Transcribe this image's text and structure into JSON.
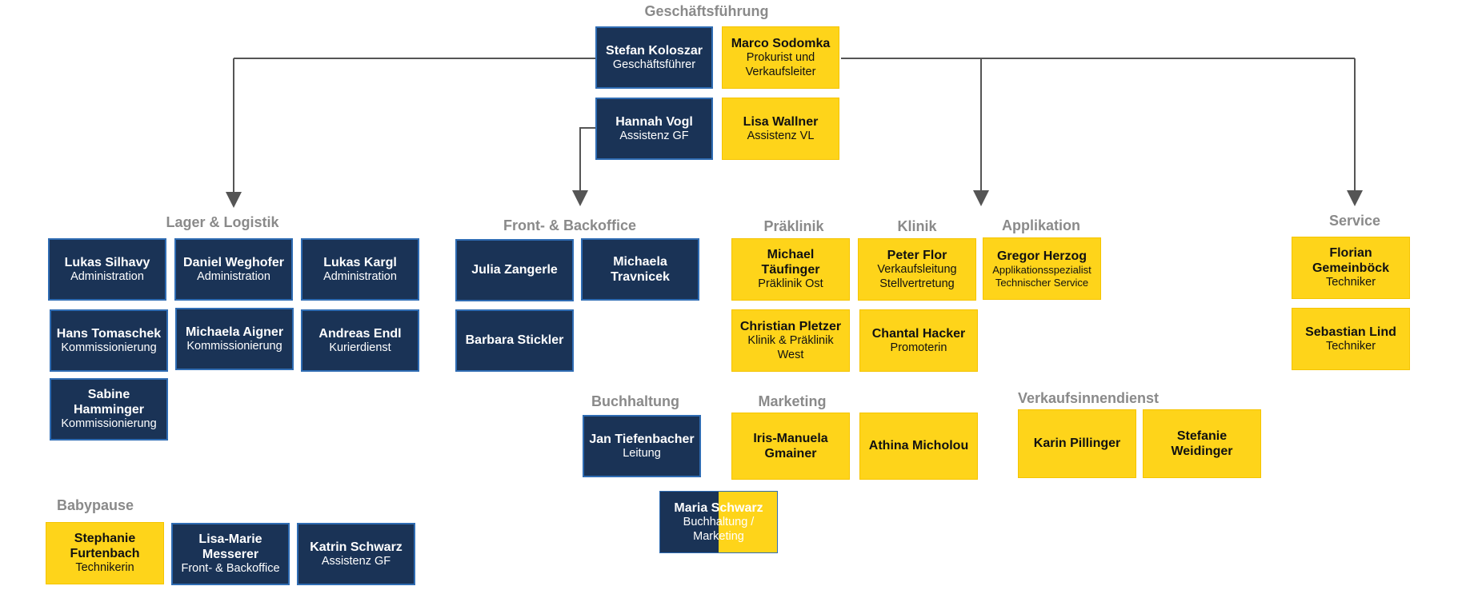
{
  "colors": {
    "navy": "#1a3356",
    "yellow": "#fed41a",
    "connector": "#555555",
    "label": "#8a8a8a"
  },
  "groups": {
    "geschaeftsfuehrung": "Geschäftsführung",
    "lager": "Lager & Logistik",
    "front": "Front- & Backoffice",
    "praeklinik": "Präklinik",
    "klinik": "Klinik",
    "applikation": "Applikation",
    "service": "Service",
    "buchhaltung": "Buchhaltung",
    "marketing": "Marketing",
    "verkaufsinnendienst": "Verkaufsinnendienst",
    "babypause": "Babypause"
  },
  "people": {
    "koloszar": {
      "name": "Stefan Koloszar",
      "role": "Geschäftsführer"
    },
    "sodomka": {
      "name": "Marco Sodomka",
      "role1": "Prokurist und",
      "role2": "Verkaufsleiter"
    },
    "vogl": {
      "name": "Hannah Vogl",
      "role": "Assistenz GF"
    },
    "wallner": {
      "name": "Lisa Wallner",
      "role": "Assistenz VL"
    },
    "silhavy": {
      "name": "Lukas Silhavy",
      "role": "Administration"
    },
    "weghofer": {
      "name": "Daniel Weghofer",
      "role": "Administration"
    },
    "kargl": {
      "name": "Lukas Kargl",
      "role": "Administration"
    },
    "tomaschek": {
      "name": "Hans Tomaschek",
      "role": "Kommissionierung"
    },
    "aigner": {
      "name": "Michaela Aigner",
      "role": "Kommissionierung"
    },
    "endl": {
      "name": "Andreas Endl",
      "role": "Kurierdienst"
    },
    "hamminger": {
      "name": "Sabine Hamminger",
      "role": "Kommissionierung"
    },
    "zangerle": {
      "name": "Julia Zangerle"
    },
    "travnicek": {
      "name1": "Michaela",
      "name2": "Travnicek"
    },
    "stickler": {
      "name": "Barbara Stickler"
    },
    "taeufinger": {
      "name1": "Michael",
      "name2": "Täufinger",
      "role": "Präklinik Ost"
    },
    "flor": {
      "name": "Peter Flor",
      "role1": "Verkaufsleitung",
      "role2": "Stellvertretung"
    },
    "herzog": {
      "name": "Gregor Herzog",
      "role1": "Applikationsspezialist",
      "role2": "Technischer Service"
    },
    "pletzer": {
      "name": "Christian Pletzer",
      "role1": "Klinik & Präklinik",
      "role2": "West"
    },
    "hacker": {
      "name": "Chantal Hacker",
      "role": "Promoterin"
    },
    "gemeinboeck": {
      "name1": "Florian",
      "name2": "Gemeinböck",
      "role": "Techniker"
    },
    "lind": {
      "name": "Sebastian Lind",
      "role": "Techniker"
    },
    "tiefenbacher": {
      "name": "Jan Tiefenbacher",
      "role": "Leitung"
    },
    "gmainer": {
      "name1": "Iris-Manuela",
      "name2": "Gmainer"
    },
    "micholou": {
      "name": "Athina Micholou"
    },
    "pillinger": {
      "name": "Karin Pillinger"
    },
    "weidinger": {
      "name1": "Stefanie",
      "name2": "Weidinger"
    },
    "schwarz_m": {
      "name": "Maria Schwarz",
      "role1": "Buchhaltung /",
      "role2": "Marketing"
    },
    "furtenbach": {
      "name1": "Stephanie",
      "name2": "Furtenbach",
      "role": "Technikerin"
    },
    "messerer": {
      "name1": "Lisa-Marie",
      "name2": "Messerer",
      "role": "Front- & Backoffice"
    },
    "schwarz_k": {
      "name": "Katrin Schwarz",
      "role": "Assistenz GF"
    }
  }
}
